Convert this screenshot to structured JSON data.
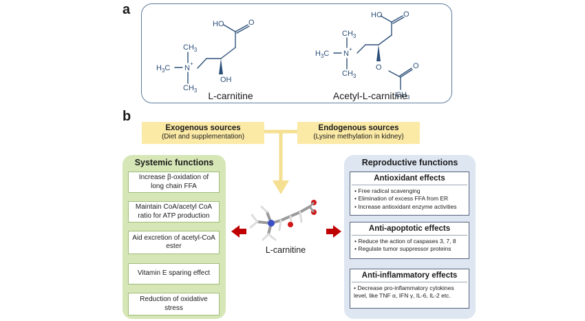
{
  "panel_a": {
    "letter": "a",
    "molecules": [
      {
        "name": "L-carnitine"
      },
      {
        "name": "Acetyl-L-carnitine"
      }
    ],
    "atoms": {
      "ho": "HO",
      "o": "O",
      "oh": "OH",
      "ch3": "CH",
      "h3c": "H",
      "c_sub": "C",
      "three": "3",
      "n_plus": "N",
      "plus": "+"
    }
  },
  "panel_b": {
    "letter": "b",
    "exogenous": {
      "title": "Exogenous sources",
      "subtitle": "(Diet and supplementation)"
    },
    "endogenous": {
      "title": "Endogenous sources",
      "subtitle": "(Lysine methylation in kidney)"
    },
    "center_label": "L-carnitine",
    "systemic": {
      "title": "Systemic functions",
      "items": [
        "Increase β-oxidation of long chain FFA",
        "Maintain CoA/acetyl CoA ratio for ATP production",
        "Aid excretion of acetyl-CoA ester",
        "Vitamin E sparing effect",
        "Reduction of oxidative stress"
      ]
    },
    "reproductive": {
      "title": "Reproductive functions",
      "antioxidant": {
        "title": "Antioxidant effects",
        "items": [
          "Free radical scavenging",
          "Elimination of excess FFA from ER",
          "Increase antioxidant enzyme activities"
        ]
      },
      "antiapoptotic": {
        "title": "Anti-apoptotic effects",
        "items": [
          "Reduce the action of caspases 3, 7, 8",
          "Regulate tumor suppressor proteins"
        ]
      },
      "antiinflammatory": {
        "title": "Anti-inflammatory effects",
        "text": "• Decrease pro-inflammatory cytokines level, like TNF α, IFN γ, IL-6, IL-2 etc."
      }
    },
    "colors": {
      "source_fill": "#fbe9a6",
      "systemic_fill": "#d6e6b6",
      "reproductive_fill": "#dde6f1",
      "arrow_red": "#c00000",
      "arrow_yellow": "#f5df90",
      "bond_blue": "#2c4f78"
    }
  }
}
